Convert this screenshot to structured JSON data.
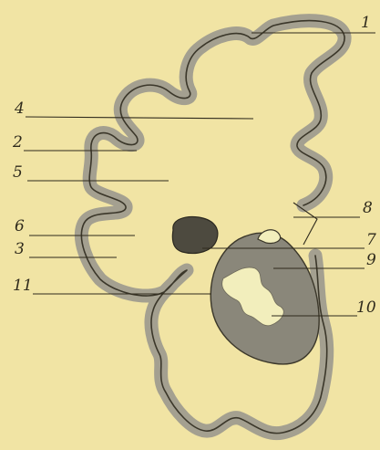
{
  "figure": {
    "labels": [
      {
        "id": "1",
        "text": "1"
      },
      {
        "id": "2",
        "text": "2"
      },
      {
        "id": "3",
        "text": "3"
      },
      {
        "id": "4",
        "text": "4"
      },
      {
        "id": "5",
        "text": "5"
      },
      {
        "id": "6",
        "text": "6"
      },
      {
        "id": "7",
        "text": "7"
      },
      {
        "id": "8",
        "text": "8"
      },
      {
        "id": "9",
        "text": "9"
      },
      {
        "id": "10",
        "text": "10"
      },
      {
        "id": "11",
        "text": "11"
      }
    ],
    "colors": {
      "paper": "#f1e4a4",
      "ink": "#2f2a1c",
      "cortex": "#a4a090",
      "mass": "#8a877a",
      "nucleus": "#4d4a3f",
      "highlight": "#f2eebc"
    }
  }
}
